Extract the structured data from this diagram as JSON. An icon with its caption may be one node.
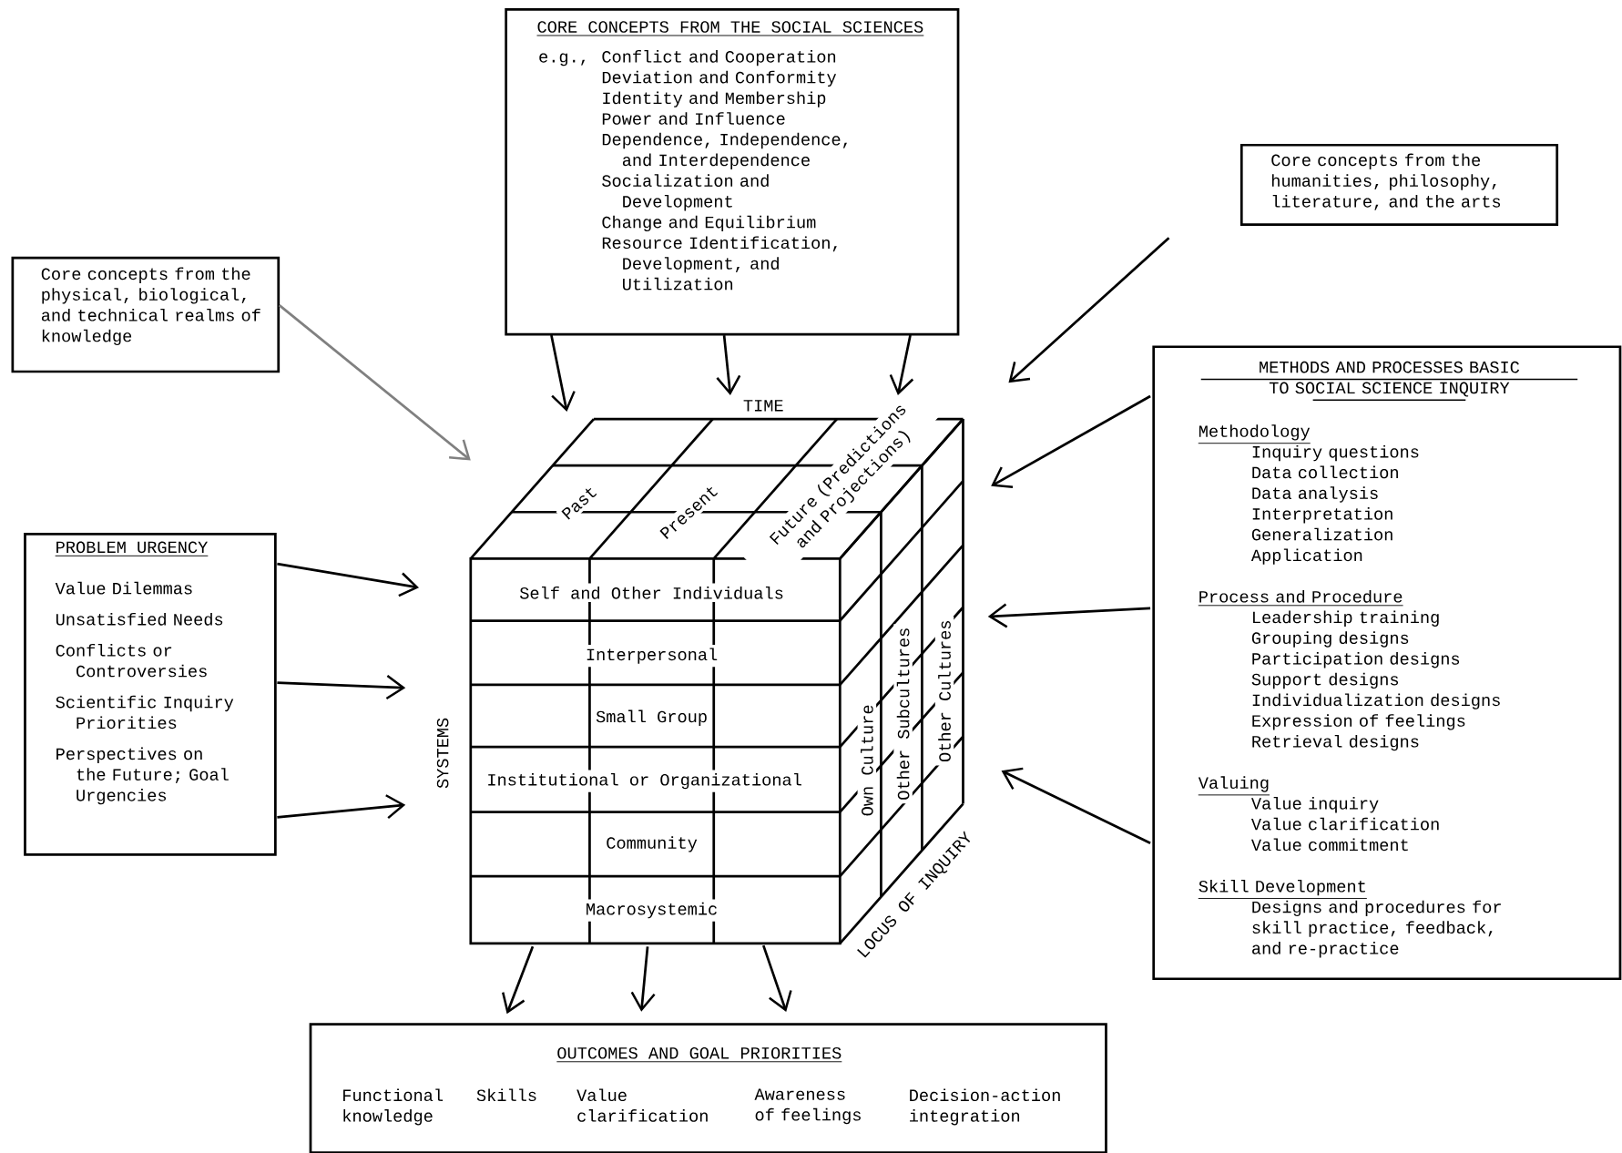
{
  "diagram": {
    "nodes": [
      {
        "text": [
          "CORE CONCEPTS FROM THE SOCIAL SCIENCES",
          "e.g.,",
          "Conflict and Cooperation",
          "Deviation and Conformity",
          "Identity and Membership",
          "Power and Influence",
          "Dependence, Independence, and Interdependence",
          "Socialization and Development",
          "Change and Equilibrium",
          "Resource Identification, Development, and Utilization"
        ]
      },
      {
        "text": [
          "Core concepts from the physical, biological, and technical realms of knowledge"
        ]
      },
      {
        "text": [
          "Core concepts from the humanities, philosophy, literature, and the arts"
        ]
      },
      {
        "text": [
          "PROBLEM URGENCY",
          "Value Dilemmas",
          "Unsatisfied Needs",
          "Conflicts or Controversies",
          "Scientific Inquiry Priorities",
          "Perspectives on the Future; Goal Urgencies"
        ]
      },
      {
        "text": [
          "METHODS AND PROCESSES BASIC TO SOCIAL SCIENCE INQUIRY",
          "Methodology",
          "Inquiry questions",
          "Data collection",
          "Data analysis",
          "Interpretation",
          "Generalization",
          "Application",
          "Process and Procedure",
          "Leadership training",
          "Grouping designs",
          "Participation designs",
          "Support designs",
          "Individualization designs",
          "Expression of feelings",
          "Retrieval designs",
          "Valuing",
          "Value inquiry",
          "Value clarification",
          "Value commitment",
          "Skill Development",
          "Designs and procedures for skill practice, feedback, and re-practice"
        ]
      },
      {
        "text": [
          "TIME",
          "Past",
          "Present",
          "Future (Predictions and Projections)",
          "SYSTEMS",
          "Self and Other Individuals",
          "Interpersonal",
          "Small Group",
          "Institutional or Organizational",
          "Community",
          "Macrosystemic",
          "LOCUS OF INQUIRY",
          "Own Culture",
          "Other Subcultures",
          "Other Cultures"
        ]
      },
      {
        "text": [
          "OUTCOMES AND GOAL PRIORITIES",
          "Functional knowledge",
          "Skills",
          "Value clarification",
          "Awareness of feelings",
          "Decision-action integration"
        ]
      }
    ],
    "edges": [
      {
        "from": 0,
        "to": 5,
        "arrow": "to"
      },
      {
        "from": 0,
        "to": 5,
        "arrow": "to"
      },
      {
        "from": 0,
        "to": 5,
        "arrow": "to"
      },
      {
        "from": 1,
        "to": 5,
        "arrow": "to",
        "color": "#808080"
      },
      {
        "from": 2,
        "to": 5,
        "arrow": "to"
      },
      {
        "from": 3,
        "to": 5,
        "arrow": "to"
      },
      {
        "from": 3,
        "to": 5,
        "arrow": "to"
      },
      {
        "from": 3,
        "to": 5,
        "arrow": "to"
      },
      {
        "from": 4,
        "to": 5,
        "arrow": "to"
      },
      {
        "from": 4,
        "to": 5,
        "arrow": "to"
      },
      {
        "from": 4,
        "to": 5,
        "arrow": "to"
      },
      {
        "from": 5,
        "to": 6,
        "arrow": "to"
      },
      {
        "from": 5,
        "to": 6,
        "arrow": "to"
      },
      {
        "from": 5,
        "to": 6,
        "arrow": "to"
      }
    ]
  }
}
